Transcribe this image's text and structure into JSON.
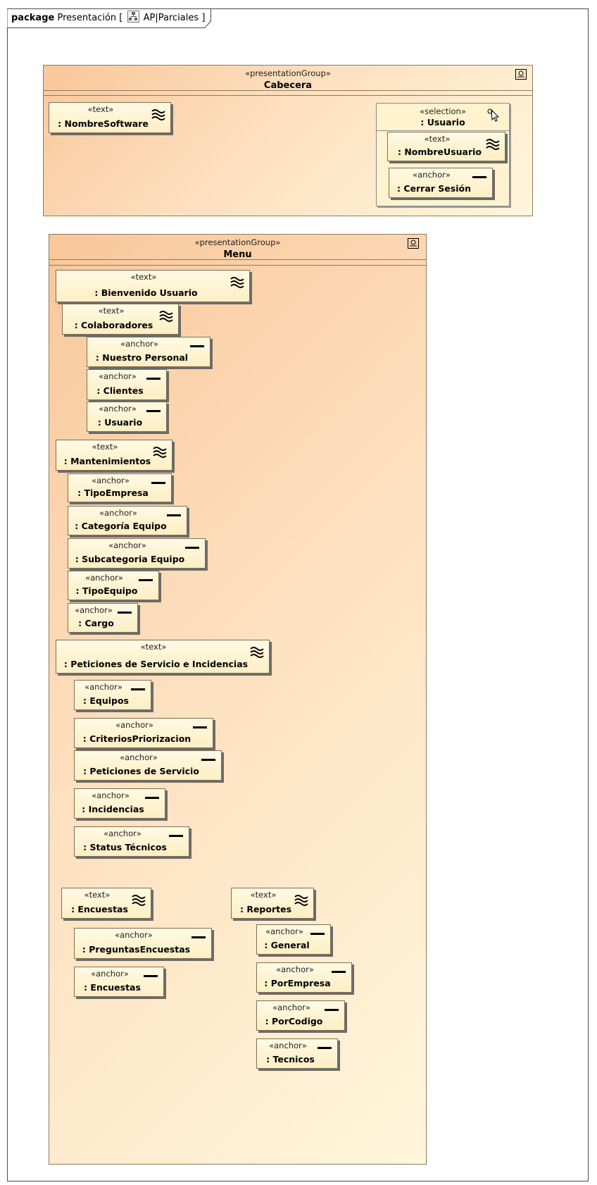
{
  "header": {
    "keyword": "package",
    "title": "Presentación [",
    "diagram_name": "AP|Parciales",
    "close": "]"
  },
  "icons": {
    "text": "wavy-text-icon",
    "anchor": "dash-anchor-icon",
    "selection": "cursor-icon",
    "group": "presentation-group-icon"
  },
  "colors": {
    "group_fill_start": "#f9c79a",
    "group_fill_end": "#fff6dc",
    "element_fill": "#fdeec3"
  },
  "cabecera": {
    "stereotype": "«presentationGroup»",
    "name": "Cabecera",
    "nombre_software": {
      "stereotype": "«text»",
      "name": ": NombreSoftware"
    },
    "usuario": {
      "stereotype": "«selection»",
      "name": ": Usuario",
      "nombre_usuario": {
        "stereotype": "«text»",
        "name": ": NombreUsuario"
      },
      "cerrar_sesion": {
        "stereotype": "«anchor»",
        "name": ": Cerrar Sesión"
      }
    }
  },
  "menu": {
    "stereotype": "«presentationGroup»",
    "name": "Menu",
    "items": [
      {
        "kind": "text",
        "stereotype": "«text»",
        "name": ": Bienvenido Usuario"
      },
      {
        "kind": "text",
        "stereotype": "«text»",
        "name": ": Colaboradores"
      },
      {
        "kind": "anchor",
        "stereotype": "«anchor»",
        "name": ": Nuestro Personal"
      },
      {
        "kind": "anchor",
        "stereotype": "«anchor»",
        "name": ": Clientes"
      },
      {
        "kind": "anchor",
        "stereotype": "«anchor»",
        "name": ": Usuario"
      },
      {
        "kind": "text",
        "stereotype": "«text»",
        "name": ": Mantenimientos"
      },
      {
        "kind": "anchor",
        "stereotype": "«anchor»",
        "name": ": TipoEmpresa"
      },
      {
        "kind": "anchor",
        "stereotype": "«anchor»",
        "name": ": Categoría Equipo"
      },
      {
        "kind": "anchor",
        "stereotype": "«anchor»",
        "name": ": Subcategoria Equipo"
      },
      {
        "kind": "anchor",
        "stereotype": "«anchor»",
        "name": ": TipoEquipo"
      },
      {
        "kind": "anchor",
        "stereotype": "«anchor»",
        "name": ": Cargo"
      },
      {
        "kind": "text",
        "stereotype": "«text»",
        "name": ": Peticiones de Servicio e Incidencias"
      },
      {
        "kind": "anchor",
        "stereotype": "«anchor»",
        "name": ": Equipos"
      },
      {
        "kind": "anchor",
        "stereotype": "«anchor»",
        "name": ": CriteriosPriorizacion"
      },
      {
        "kind": "anchor",
        "stereotype": "«anchor»",
        "name": ": Peticiones de Servicio"
      },
      {
        "kind": "anchor",
        "stereotype": "«anchor»",
        "name": ": Incidencias"
      },
      {
        "kind": "anchor",
        "stereotype": "«anchor»",
        "name": ": Status Técnicos"
      },
      {
        "kind": "text",
        "stereotype": "«text»",
        "name": ": Encuestas"
      },
      {
        "kind": "anchor",
        "stereotype": "«anchor»",
        "name": ": PreguntasEncuestas"
      },
      {
        "kind": "anchor",
        "stereotype": "«anchor»",
        "name": ": Encuestas"
      },
      {
        "kind": "text",
        "stereotype": "«text»",
        "name": ": Reportes"
      },
      {
        "kind": "anchor",
        "stereotype": "«anchor»",
        "name": ": General"
      },
      {
        "kind": "anchor",
        "stereotype": "«anchor»",
        "name": ": PorEmpresa"
      },
      {
        "kind": "anchor",
        "stereotype": "«anchor»",
        "name": ": PorCodigo"
      },
      {
        "kind": "anchor",
        "stereotype": "«anchor»",
        "name": ": Tecnicos"
      }
    ]
  }
}
